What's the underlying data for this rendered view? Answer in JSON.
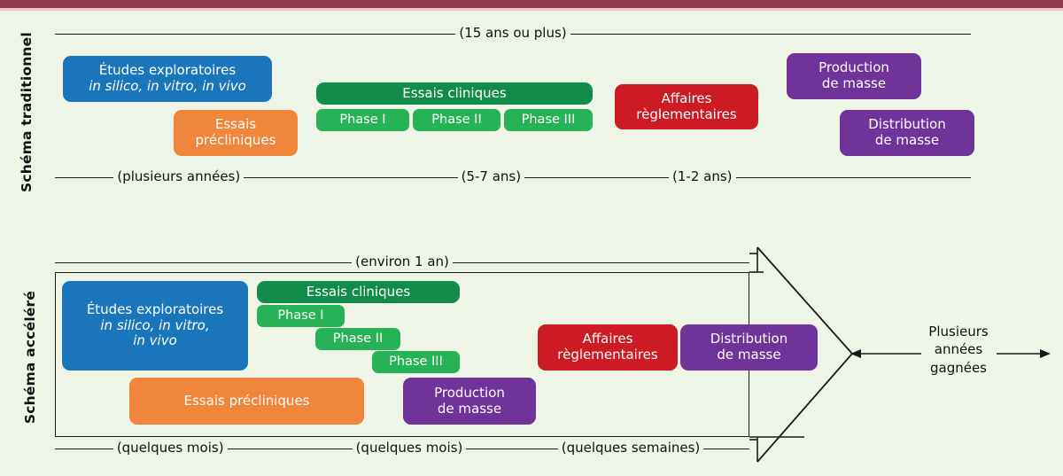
{
  "figure": {
    "background_color": "#eef5e6",
    "accent_bar_color": "#8e3a4c",
    "accent_bar_underline_color": "#e8c6cb"
  },
  "palette": {
    "blue": "#1b75bb",
    "orange": "#f0853c",
    "green_dark": "#128c4a",
    "green_light": "#27b257",
    "red": "#cd1b26",
    "purple": "#6f3399",
    "line": "#1b1b1b"
  },
  "rows": [
    {
      "label": "Schéma traditionnel",
      "top_timeline": {
        "caption": "(15 ans ou plus)"
      },
      "bottom_timeline": {
        "captions": [
          "(plusieurs années)",
          "(5-7 ans)",
          "(1-2 ans)"
        ]
      },
      "boxes": [
        {
          "name": "etudes-exploratoires",
          "lines": [
            "Études exploratoires",
            "in silico, in vitro, in vivo"
          ],
          "italic_lines": [
            1
          ],
          "color": "blue"
        },
        {
          "name": "essais-precliniques",
          "lines": [
            "Essais",
            "précliniques"
          ],
          "italic_lines": [],
          "color": "orange"
        },
        {
          "name": "essais-cliniques",
          "lines": [
            "Essais cliniques"
          ],
          "italic_lines": [],
          "color": "green_dark"
        },
        {
          "name": "phase-1",
          "lines": [
            "Phase I"
          ],
          "italic_lines": [],
          "color": "green_light"
        },
        {
          "name": "phase-2",
          "lines": [
            "Phase II"
          ],
          "italic_lines": [],
          "color": "green_light"
        },
        {
          "name": "phase-3",
          "lines": [
            "Phase III"
          ],
          "italic_lines": [],
          "color": "green_light"
        },
        {
          "name": "affaires-reglementaires",
          "lines": [
            "Affaires",
            "règlementaires"
          ],
          "italic_lines": [],
          "color": "red"
        },
        {
          "name": "production-de-masse",
          "lines": [
            "Production",
            "de masse"
          ],
          "italic_lines": [],
          "color": "purple"
        },
        {
          "name": "distribution-de-masse",
          "lines": [
            "Distribution",
            "de masse"
          ],
          "italic_lines": [],
          "color": "purple"
        }
      ]
    },
    {
      "label": "Schéma accéléré",
      "top_timeline": {
        "caption": "(environ 1 an)"
      },
      "bottom_timeline": {
        "captions": [
          "(quelques mois)",
          "(quelques mois)",
          "(quelques semaines)"
        ]
      },
      "boxes": [
        {
          "name": "etudes-exploratoires",
          "lines": [
            "Études exploratoires",
            "in silico, in vitro,",
            "in vivo"
          ],
          "italic_lines": [
            1,
            2
          ],
          "color": "blue"
        },
        {
          "name": "essais-cliniques",
          "lines": [
            "Essais cliniques"
          ],
          "italic_lines": [],
          "color": "green_dark"
        },
        {
          "name": "phase-1",
          "lines": [
            "Phase I"
          ],
          "italic_lines": [],
          "color": "green_light"
        },
        {
          "name": "phase-2",
          "lines": [
            "Phase II"
          ],
          "italic_lines": [],
          "color": "green_light"
        },
        {
          "name": "phase-3",
          "lines": [
            "Phase III"
          ],
          "italic_lines": [],
          "color": "green_light"
        },
        {
          "name": "essais-precliniques",
          "lines": [
            "Essais précliniques"
          ],
          "italic_lines": [],
          "color": "orange"
        },
        {
          "name": "production-de-masse",
          "lines": [
            "Production",
            "de masse"
          ],
          "italic_lines": [],
          "color": "purple"
        },
        {
          "name": "affaires-reglementaires",
          "lines": [
            "Affaires",
            "règlementaires"
          ],
          "italic_lines": [],
          "color": "red"
        },
        {
          "name": "distribution-de-masse",
          "lines": [
            "Distribution",
            "de masse"
          ],
          "italic_lines": [],
          "color": "purple"
        }
      ]
    }
  ],
  "annotation": {
    "gain_text": "Plusieurs\nannées\ngagnées"
  }
}
